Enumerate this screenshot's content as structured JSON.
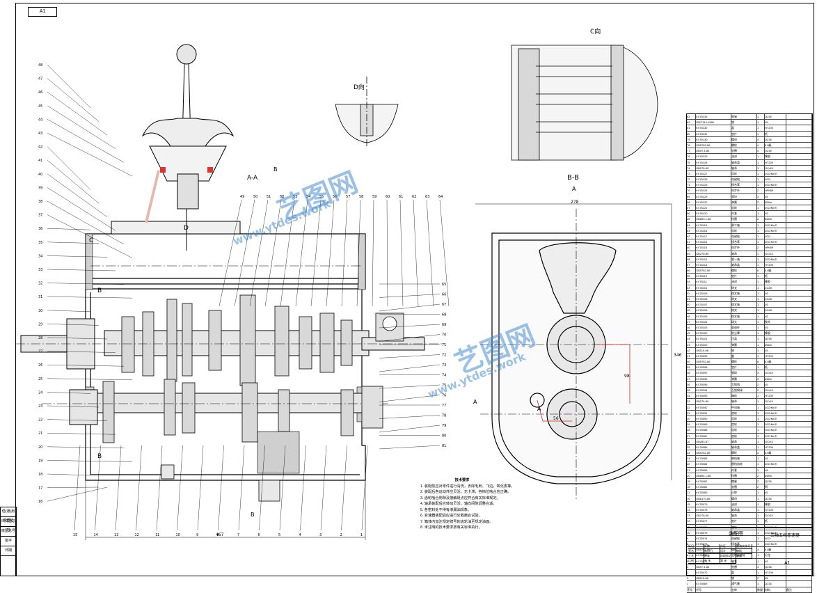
{
  "sheet": {
    "size_tag": "A1",
    "view_labels": {
      "c_view": "C向",
      "d_view": "D向",
      "aa": "A-A",
      "bb": "B-B",
      "a_mark": "A",
      "b_mark": "B",
      "c_mark": "C",
      "d_mark": "D"
    },
    "dimensions": {
      "overall_length": "467",
      "bb_width": "278",
      "bb_height": "346",
      "dim_98": "98",
      "dim_56": "56"
    },
    "watermark": {
      "text_cn": "艺图网",
      "text_url": "www.ytdes.work"
    }
  },
  "left_callouts": [
    "48",
    "47",
    "46",
    "45",
    "44",
    "43",
    "42",
    "41",
    "40",
    "39",
    "38",
    "37",
    "36",
    "35",
    "34",
    "33",
    "32",
    "31",
    "30",
    "29",
    "28",
    "27",
    "26",
    "25",
    "24",
    "23",
    "22",
    "21",
    "20",
    "19",
    "18",
    "17",
    "16"
  ],
  "bottom_callouts": [
    "15",
    "14",
    "13",
    "12",
    "11",
    "10",
    "9",
    "8",
    "7",
    "6",
    "5",
    "4",
    "3",
    "2",
    "1"
  ],
  "top_callouts": [
    "49",
    "50",
    "51",
    "52",
    "53",
    "54",
    "55",
    "56",
    "57",
    "58",
    "59",
    "60",
    "61",
    "62",
    "63",
    "64"
  ],
  "right_callouts": [
    "65",
    "66",
    "67",
    "68",
    "69",
    "70",
    "71",
    "72",
    "73",
    "74",
    "75",
    "76",
    "77",
    "78",
    "79",
    "80",
    "81"
  ],
  "tech_notes": {
    "title": "技术要求",
    "lines": [
      "1. 装配前应对零件进行清洗，去除毛刺、飞边，氧化皮等。",
      "2. 装配后各运动件应灵活，无卡滞，各档位啮合应正确。",
      "3. 齿轮啮合侧隙及接触斑点应符合有关标准规定。",
      "4. 轴承装配后应转动灵活，轴向间隙调整合适。",
      "5. 各密封处不得有渗漏油现象。",
      "6. 变速器装配后应进行空载磨合试验。",
      "7. 箱体内加注规定牌号的齿轮油至规定油面。",
      "8. 未注明的技术要求按有关标准执行。"
    ]
  },
  "bom": {
    "rows": [
      [
        "83",
        "KX78133",
        "销轴",
        "1",
        "Q235"
      ],
      [
        "82",
        "GB/T119-1986",
        "销",
        "1",
        "45"
      ],
      [
        "81",
        "KX78132",
        "盖",
        "1",
        "HT200"
      ],
      [
        "80",
        "KX78131",
        "垫片",
        "1",
        "纸"
      ],
      [
        "79",
        "KX78130",
        "螺母",
        "4",
        "Q235"
      ],
      [
        "78",
        "GB5782-86",
        "螺栓",
        "4",
        "8.8级"
      ],
      [
        "77",
        "GB97.1-85",
        "垫圈",
        "4",
        "Q235"
      ],
      [
        "76",
        "KX78129",
        "油封",
        "1",
        "橡胶"
      ],
      [
        "75",
        "KX78128",
        "轴承盖",
        "1",
        "HT200"
      ],
      [
        "74",
        "GB276-89",
        "轴承",
        "1",
        "GCr15"
      ],
      [
        "73",
        "KX78127",
        "齿轮",
        "1",
        "20CrMnTi"
      ],
      [
        "72",
        "KX78126",
        "花键毂",
        "1",
        "40Cr"
      ],
      [
        "71",
        "KX78125",
        "接合套",
        "1",
        "20CrMnTi"
      ],
      [
        "70",
        "KX78124",
        "同步环",
        "2",
        "HPb59"
      ],
      [
        "69",
        "KX78123",
        "滑块",
        "3",
        "45"
      ],
      [
        "68",
        "KX78122",
        "弹簧",
        "2",
        "65Mn"
      ],
      [
        "67",
        "KX78121",
        "齿轮",
        "1",
        "20CrMnTi"
      ],
      [
        "66",
        "KX78120",
        "衬套",
        "1",
        "45"
      ],
      [
        "65",
        "GB893.1-86",
        "挡圈",
        "2",
        "65Mn"
      ],
      [
        "64",
        "KX78119",
        "第二轴",
        "1",
        "20CrMnTi"
      ],
      [
        "63",
        "KX78118",
        "齿轮",
        "1",
        "20CrMnTi"
      ],
      [
        "62",
        "KX78117",
        "花键毂",
        "1",
        "40Cr"
      ],
      [
        "61",
        "KX78116",
        "接合套",
        "1",
        "20CrMnTi"
      ],
      [
        "60",
        "KX78115",
        "同步环",
        "2",
        "HPb59"
      ],
      [
        "59",
        "GB276-89",
        "轴承",
        "1",
        "GCr15"
      ],
      [
        "58",
        "KX78114",
        "第一轴",
        "1",
        "20CrMnTi"
      ],
      [
        "57",
        "KX78113",
        "轴承盖",
        "1",
        "HT200"
      ],
      [
        "56",
        "GB5782-86",
        "螺栓",
        "6",
        "8.8级"
      ],
      [
        "55",
        "KX78112",
        "垫片",
        "1",
        "纸"
      ],
      [
        "54",
        "KX78111",
        "油封",
        "1",
        "橡胶"
      ],
      [
        "53",
        "KX78110",
        "拨叉",
        "1",
        "ZG45"
      ],
      [
        "52",
        "KX78109",
        "拨叉轴",
        "1",
        "45"
      ],
      [
        "51",
        "KX78108",
        "拨叉",
        "1",
        "ZG45"
      ],
      [
        "50",
        "KX78107",
        "拨叉轴",
        "1",
        "45"
      ],
      [
        "49",
        "KX78106",
        "拨叉",
        "1",
        "ZG45"
      ],
      [
        "48",
        "KX78105",
        "拨叉轴",
        "1",
        "45"
      ],
      [
        "47",
        "KX78104",
        "球头",
        "1",
        "胶木"
      ],
      [
        "46",
        "KX78103",
        "变速杆",
        "1",
        "45"
      ],
      [
        "45",
        "KX78102",
        "防尘罩",
        "1",
        "橡胶"
      ],
      [
        "44",
        "KX78101",
        "压盖",
        "1",
        "Q235"
      ],
      [
        "43",
        "KX78100",
        "弹簧",
        "1",
        "65Mn"
      ],
      [
        "42",
        "GB119-86",
        "销",
        "1",
        "45"
      ],
      [
        "41",
        "KX78099",
        "盖",
        "1",
        "HT200"
      ],
      [
        "40",
        "GB5782-86",
        "螺栓",
        "6",
        "8.8级"
      ],
      [
        "39",
        "KX78098",
        "垫片",
        "1",
        "纸"
      ],
      [
        "38",
        "KX78097",
        "钢球",
        "3",
        "GCr15"
      ],
      [
        "37",
        "KX78096",
        "弹簧",
        "3",
        "65Mn"
      ],
      [
        "36",
        "KX78095",
        "互锁销",
        "2",
        "45"
      ],
      [
        "35",
        "KX78094",
        "互锁钢球",
        "2",
        "GCr15"
      ],
      [
        "34",
        "KX78093",
        "箱体",
        "1",
        "HT200"
      ],
      [
        "33",
        "GB276-89",
        "轴承",
        "1",
        "GCr15"
      ],
      [
        "32",
        "KX78092",
        "中间轴",
        "1",
        "20CrMnTi"
      ],
      [
        "31",
        "KX78091",
        "齿轮",
        "1",
        "20CrMnTi"
      ],
      [
        "30",
        "KX78090",
        "齿轮",
        "1",
        "20CrMnTi"
      ],
      [
        "29",
        "KX78089",
        "齿轮",
        "1",
        "20CrMnTi"
      ],
      [
        "28",
        "KX78088",
        "齿轮",
        "1",
        "20CrMnTi"
      ],
      [
        "27",
        "KX78087",
        "齿轮",
        "1",
        "20CrMnTi"
      ],
      [
        "26",
        "GB283-87",
        "轴承",
        "1",
        "GCr15"
      ],
      [
        "25",
        "KX78086",
        "轴承盖",
        "1",
        "HT200"
      ],
      [
        "24",
        "GB5782-86",
        "螺栓",
        "4",
        "8.8级"
      ],
      [
        "23",
        "KX78085",
        "倒档轴",
        "1",
        "45"
      ],
      [
        "22",
        "KX78084",
        "倒档齿轮",
        "1",
        "20CrMnTi"
      ],
      [
        "21",
        "KX78083",
        "衬套",
        "1",
        "45"
      ],
      [
        "20",
        "GB894.1-86",
        "挡圈",
        "2",
        "65Mn"
      ],
      [
        "19",
        "KX78082",
        "螺塞",
        "2",
        "Q235"
      ],
      [
        "18",
        "KX78081",
        "垫圈",
        "2",
        "铜"
      ],
      [
        "17",
        "KX78080",
        "凸缘",
        "1",
        "45"
      ],
      [
        "16",
        "GB6170-86",
        "螺母",
        "1",
        "Q235"
      ],
      [
        "15",
        "KX78079",
        "油封",
        "1",
        "橡胶"
      ],
      [
        "14",
        "KX78078",
        "轴承盖",
        "1",
        "HT200"
      ],
      [
        "13",
        "GB276-89",
        "轴承",
        "1",
        "GCr15"
      ],
      [
        "12",
        "KX78077",
        "垫片",
        "1",
        "纸"
      ],
      [
        "11",
        "KX78076",
        "齿轮",
        "1",
        "20CrMnTi"
      ],
      [
        "10",
        "KX78075",
        "齿轮",
        "1",
        "20CrMnTi"
      ],
      [
        "9",
        "KX78074",
        "花键毂",
        "1",
        "40Cr"
      ],
      [
        "8",
        "KX78073",
        "接合套",
        "1",
        "20CrMnTi"
      ],
      [
        "7",
        "GB5782-86",
        "螺栓",
        "4",
        "8.8级"
      ],
      [
        "6",
        "KX78072",
        "里程表齿轮",
        "1",
        "尼龙"
      ],
      [
        "5",
        "KX78071",
        "轴套",
        "1",
        "45"
      ],
      [
        "4",
        "GB97.1-85",
        "垫圈",
        "4",
        "Q235"
      ],
      [
        "3",
        "KX78070",
        "盖",
        "1",
        "HT200"
      ],
      [
        "2",
        "GB119-86",
        "销",
        "2",
        "45"
      ],
      [
        "1",
        "KX78069",
        "通气塞",
        "1",
        "Q235"
      ]
    ],
    "header": [
      "序号",
      "代号",
      "名称",
      "数量",
      "材料",
      "备注"
    ]
  },
  "title_block": {
    "drawing_name": "三轴五档变速器",
    "type": "装配图",
    "sheet_size": "A1",
    "labels": [
      "标记",
      "处数",
      "分区",
      "更改文件号",
      "签名",
      "年月日",
      "设计",
      "审核",
      "工艺",
      "批准",
      "阶段标记",
      "重量",
      "比例",
      "共 张",
      "第 张"
    ]
  },
  "left_strip": [
    "借(通)用件登记",
    "旧底图总号",
    "底图总号",
    "签字",
    "日期"
  ]
}
